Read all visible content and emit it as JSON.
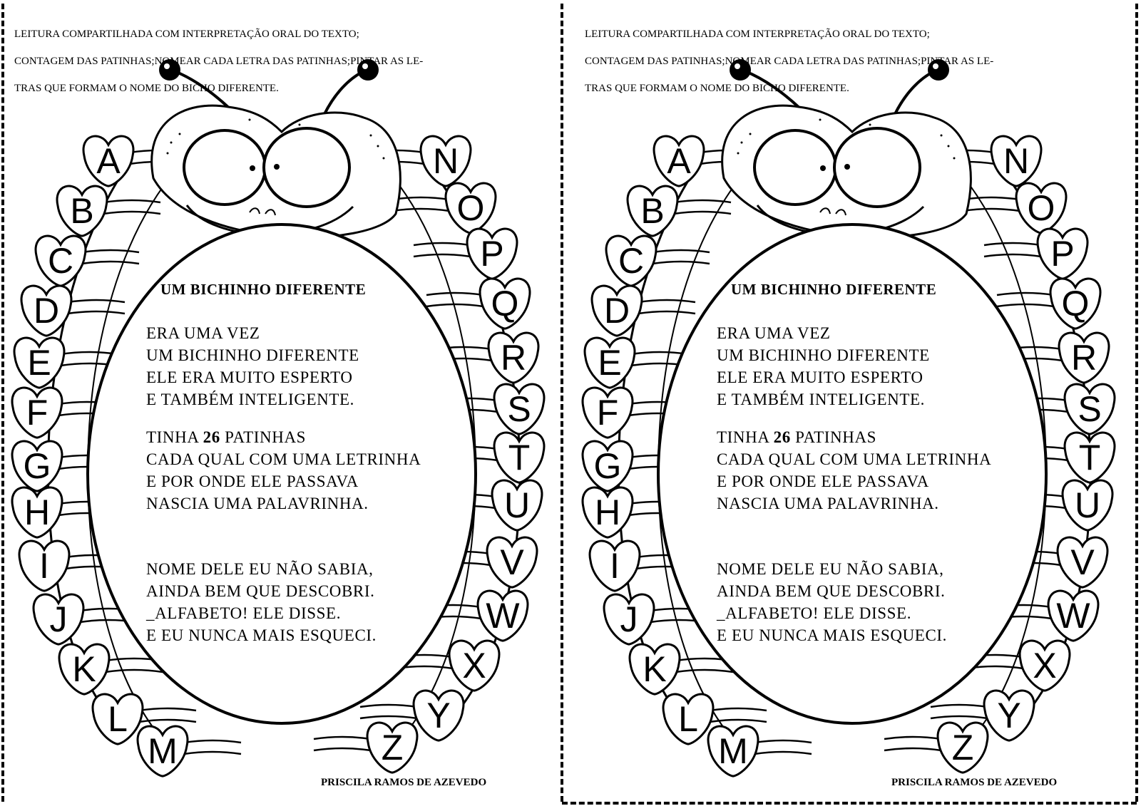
{
  "worksheet": {
    "instructions": [
      "LEITURA COMPARTILHADA COM  INTERPRETAÇÃO ORAL DO TEXTO;",
      "CONTAGEM DAS PATINHAS;NOMEAR CADA LETRA DAS PATINHAS;PINTAR AS LE-",
      "TRAS QUE FORMAM O NOME DO BICHO  DIFERENTE."
    ],
    "poem_title": "UM  BICHINHO  DIFERENTE",
    "stanza1": [
      "ERA UMA  VEZ",
      "UM BICHINHO  DIFERENTE",
      "ELE ERA MUITO ESPERTO",
      "E TAMBÉM INTELIGENTE."
    ],
    "stanza2_line1_prefix": "TINHA ",
    "stanza2_line1_number": "26",
    "stanza2_line1_suffix": " PATINHAS",
    "stanza2_rest": [
      "CADA QUAL COM UMA LETRINHA",
      "E POR ONDE ELE PASSAVA",
      "NASCIA UMA PALAVRINHA."
    ],
    "stanza3": [
      "NOME DELE EU NÃO SABIA,",
      "AINDA BEM QUE DESCOBRI.",
      "_ALFABETO! ELE  DISSE.",
      "E EU NUNCA MAIS ESQUECI."
    ],
    "author": "PRISCILA RAMOS DE AZEVEDO",
    "left_legs": [
      "A",
      "B",
      "C",
      "D",
      "E",
      "F",
      "G",
      "H",
      "I",
      "J",
      "K",
      "L",
      "M"
    ],
    "right_legs": [
      "N",
      "O",
      "P",
      "Q",
      "R",
      "S",
      "T",
      "U",
      "V",
      "W",
      "X",
      "Y",
      "Z"
    ]
  },
  "icons": {
    "creature": "caterpillar-illustration",
    "eyes": "googly-eyes-icon",
    "antenna": "antenna-icon"
  }
}
